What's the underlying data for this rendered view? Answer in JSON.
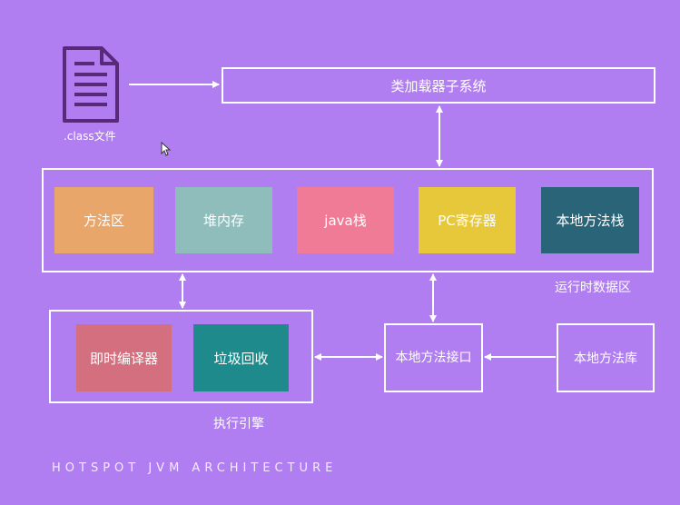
{
  "file_icon": {
    "label": ".class文件"
  },
  "class_loader": {
    "label": "类加载器子系统"
  },
  "runtime_area": {
    "label": "运行时数据区",
    "blocks": [
      {
        "label": "方法区",
        "color": "#e9a66b"
      },
      {
        "label": "堆内存",
        "color": "#8fbdbb"
      },
      {
        "label": "java栈",
        "color": "#f07b96"
      },
      {
        "label": "PC寄存器",
        "color": "#e6c83a"
      },
      {
        "label": "本地方法栈",
        "color": "#2a6479"
      }
    ]
  },
  "execution_engine": {
    "label": "执行引擎",
    "blocks": [
      {
        "label": "即时编译器",
        "color": "#d36f7e"
      },
      {
        "label": "垃圾回收",
        "color": "#1e8a8c"
      }
    ]
  },
  "native_interface": {
    "label": "本地方法接口"
  },
  "native_library": {
    "label": "本地方法库"
  },
  "footer": {
    "text": "HOTSPOT JVM ARCHITECTURE"
  },
  "colors": {
    "background": "#b07ef0",
    "stroke": "#ffffff",
    "icon": "#5a2a7a"
  }
}
